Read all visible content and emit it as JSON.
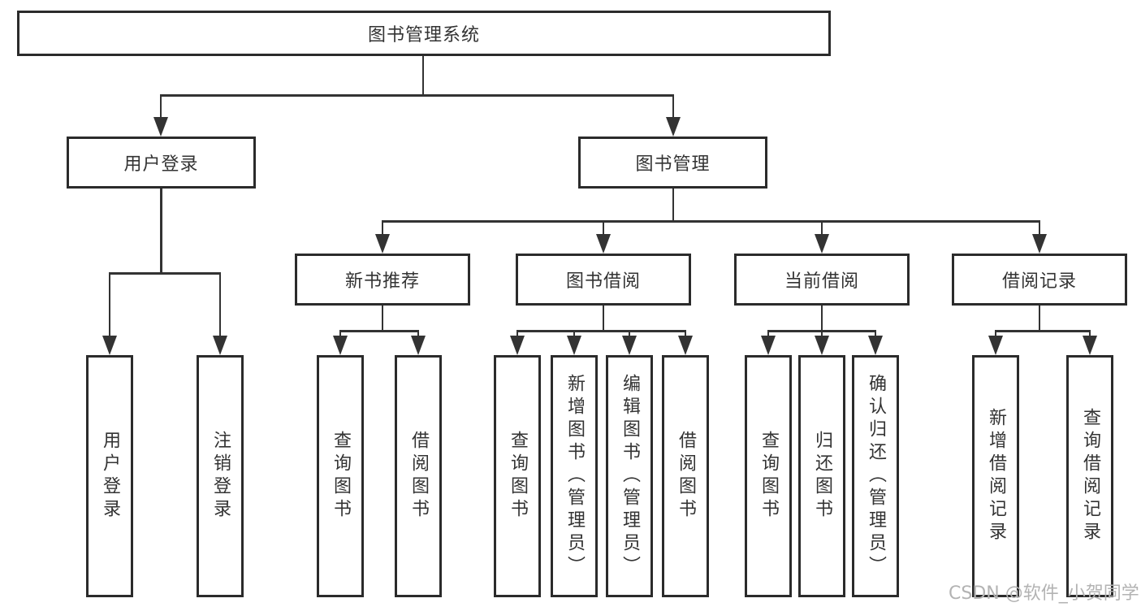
{
  "tree": {
    "root": {
      "label": "图书管理系统",
      "children": [
        {
          "label": "用户登录",
          "children": [
            {
              "label": "用户登录"
            },
            {
              "label": "注销登录"
            }
          ]
        },
        {
          "label": "图书管理",
          "children": [
            {
              "label": "新书推荐",
              "children": [
                {
                  "label": "查询图书"
                },
                {
                  "label": "借阅图书"
                }
              ]
            },
            {
              "label": "图书借阅",
              "children": [
                {
                  "label": "查询图书"
                },
                {
                  "label": "新增图书（管理员）"
                },
                {
                  "label": "编辑图书（管理员）"
                },
                {
                  "label": "借阅图书"
                }
              ]
            },
            {
              "label": "当前借阅",
              "children": [
                {
                  "label": "查询图书"
                },
                {
                  "label": "归还图书"
                },
                {
                  "label": "确认归还（管理员）"
                }
              ]
            },
            {
              "label": "借阅记录",
              "children": [
                {
                  "label": "新增借阅记录"
                },
                {
                  "label": "查询借阅记录"
                }
              ]
            }
          ]
        }
      ]
    }
  },
  "watermark": {
    "text": "CSDN @软件_小贺同学"
  },
  "colors": {
    "line": "#333333",
    "box_border": "#2b2b2b",
    "box_fill": "#ffffff",
    "text": "#333333",
    "watermark": "#b3b3b3",
    "background": "#ffffff"
  }
}
